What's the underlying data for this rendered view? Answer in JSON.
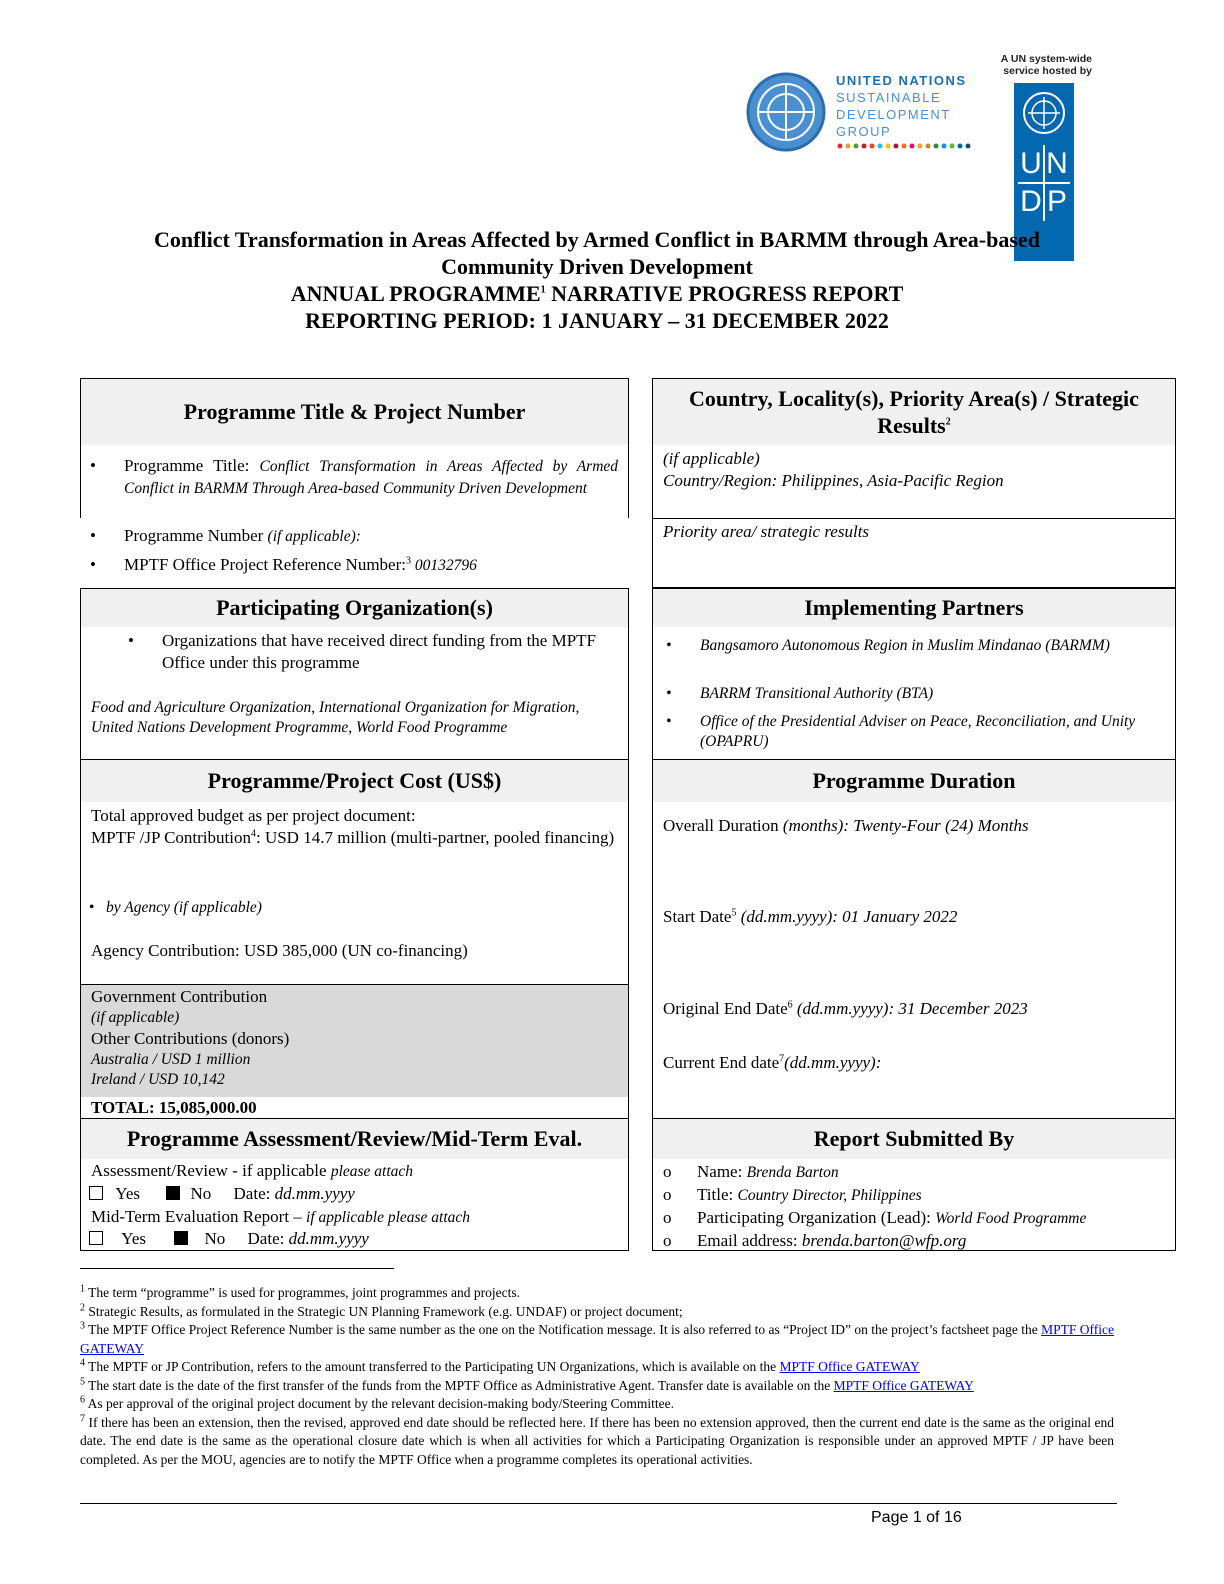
{
  "logos": {
    "unsdg": {
      "line1": "UNITED NATIONS",
      "line2": "SUSTAINABLE",
      "line3": "DEVELOPMENT",
      "line4": "GROUP"
    },
    "undp": {
      "caption1": "A UN system-wide",
      "caption2": "service hosted by",
      "letters": [
        "U",
        "N",
        "D",
        "P"
      ]
    }
  },
  "title": {
    "line1": "Conflict Transformation in Areas Affected by Armed Conflict in BARMM through Area-based",
    "line2": "Community Driven Development",
    "line3a": "ANNUAL PROGRAMME",
    "line3sup": "1",
    "line3b": " NARRATIVE PROGRESS REPORT",
    "line4": "REPORTING PERIOD: 1 JANUARY – 31 DECEMBER 2022"
  },
  "programme_title": {
    "header": "Programme Title & Project Number",
    "title_label": "Programme Title:",
    "title_value": "Conflict Transformation in Areas Affected by Armed Conflict in BARMM Through Area-based Community Driven Development",
    "number_label": "Programme Number ",
    "number_note": "(if applicable):",
    "ref_label": "MPTF Office Project Reference Number:",
    "ref_sup": "3",
    "ref_value": " 00132796"
  },
  "country": {
    "header": "Country, Locality(s), Priority Area(s) / Strategic Results",
    "header_sup": "2",
    "note": "(if applicable)",
    "region": "Country/Region: Philippines, Asia-Pacific Region",
    "priority": "Priority area/ strategic results"
  },
  "participating": {
    "header": "Participating Organization(s)",
    "bullet": "Organizations that have received direct funding from the MPTF Office under this programme",
    "orgs": "Food and Agriculture Organization, International Organization for Migration, United Nations Development Programme, World Food Programme"
  },
  "implementing": {
    "header": "Implementing Partners",
    "items": [
      "Bangsamoro Autonomous Region in Muslim Mindanao (BARMM)",
      "BARRM Transitional Authority (BTA)",
      "Office of the Presidential Adviser on Peace, Reconciliation, and Unity (OPAPRU)"
    ]
  },
  "cost": {
    "header": "Programme/Project Cost (US$)",
    "line1": "Total approved budget as per project document:",
    "line2a": "MPTF /JP Contribution",
    "line2sup": "4",
    "line2b": ": USD 14.7 million (multi-partner, pooled financing)",
    "by_agency": "by Agency (if applicable)",
    "agency": "Agency Contribution: USD 385,000 (UN co-financing)",
    "gov": "Government Contribution",
    "gov_note": "(if applicable)",
    "other": "Other Contributions (donors)",
    "donor1": "Australia / USD 1 million",
    "donor2": "Ireland / USD 10,142",
    "total": "TOTAL: 15,085,000.00"
  },
  "duration": {
    "header": "Programme Duration",
    "overall_label": "Overall Duration ",
    "overall_value": "(months):  Twenty-Four (24) Months",
    "start_label": "Start Date",
    "start_sup": "5",
    "start_value": " (dd.mm.yyyy): 01 January 2022",
    "end_label": "Original End Date",
    "end_sup": "6",
    "end_value": " (dd.mm.yyyy): 31 December 2023",
    "current_label": "Current End date",
    "current_sup": "7",
    "current_value": "(dd.mm.yyyy):"
  },
  "assessment": {
    "header": "Programme Assessment/Review/Mid-Term Eval.",
    "line1a": "Assessment/Review - if applicable ",
    "line1b": "please attach",
    "yes": "Yes",
    "no": "No",
    "date_label": "Date: ",
    "date_value": "dd.mm.yyyy",
    "line3a": "Mid-Term Evaluation Report – ",
    "line3b": "if applicable please attach"
  },
  "submitted": {
    "header": "Report Submitted By",
    "name_label": "Name: ",
    "name_value": "Brenda Barton",
    "title_label": "Title: ",
    "title_value": "Country Director, Philippines",
    "org_label": "Participating Organization (Lead): ",
    "org_value": "World Food Programme",
    "email_label": "Email address: ",
    "email_value": "brenda.barton@wfp.org"
  },
  "footnotes": {
    "f1": "The term “programme” is used for programmes, joint programmes and projects.",
    "f2": "Strategic Results, as formulated in the Strategic UN Planning Framework (e.g. UNDAF) or project document;",
    "f3a": "The MPTF Office Project Reference Number is the same number as the one on the Notification message. It is also referred to as “Project ID” on the project’s factsheet page the ",
    "f4a": "The MPTF or JP Contribution, refers to the amount transferred to the Participating UN Organizations, which is available on the ",
    "f5a": "The start date is the date of the first transfer of the funds from the MPTF Office as Administrative Agent. Transfer date is available on the ",
    "f6": "As per approval of the original project document by the relevant decision-making body/Steering Committee.",
    "f7": "If there has been an extension, then the revised, approved end date should be reflected here. If there has been no extension approved, then the current end date is the same as the original end date. The end date is the same as the operational closure date which is when all activities for which a Participating Organization is responsible under an approved MPTF / JP have been completed. As per the MOU, agencies are to notify the MPTF Office when a programme completes its operational activities.",
    "link": "MPTF Office GATEWAY"
  },
  "page": "Page 1 of 16"
}
